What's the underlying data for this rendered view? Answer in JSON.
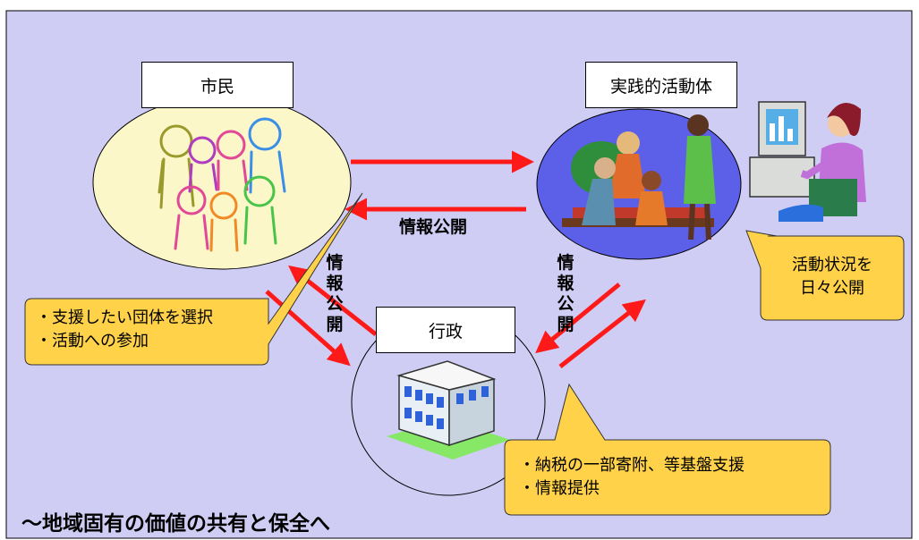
{
  "nodes": {
    "citizen": "市民",
    "activity_body": "実践的活動体",
    "government": "行政"
  },
  "arrow_labels": {
    "horizontal": "情報公開",
    "vertical_left": [
      "情",
      "報",
      "公",
      "開"
    ],
    "vertical_right": [
      "情",
      "報",
      "公",
      "開"
    ]
  },
  "callouts": {
    "citizen": [
      "・支援したい団体を選択",
      "・活動への参加"
    ],
    "activity": [
      "活動状況を",
      "日々公開"
    ],
    "government": [
      "・納税の一部寄附、等基盤支援",
      "・情報提供"
    ]
  },
  "footer": "～地域固有の価値の共有と保全へ",
  "colors": {
    "background": "#cfcdf4",
    "arrow": "#ff1a1a",
    "citizen_ellipse": "#fcf7c8",
    "activity_ellipse": "#5c5fe8",
    "callout": "#ffd24a"
  }
}
